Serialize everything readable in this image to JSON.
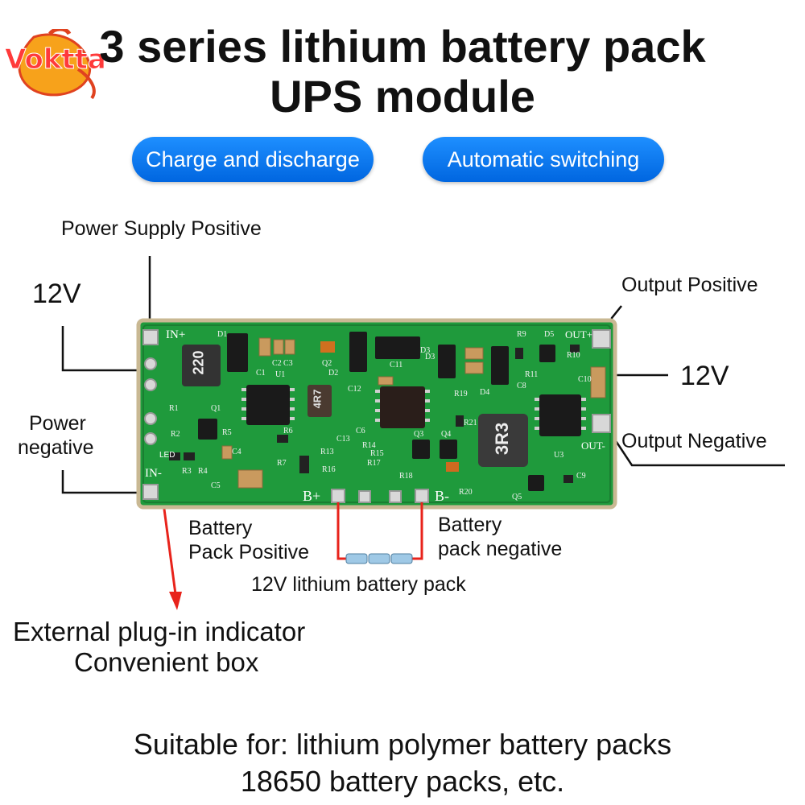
{
  "logo": {
    "brand": "Voktta",
    "color": "#ff3a3a"
  },
  "header": {
    "title_line1": "3 series lithium battery pack",
    "title_line2": "UPS module"
  },
  "features": [
    {
      "label": "Charge and discharge"
    },
    {
      "label": "Automatic switching"
    }
  ],
  "callouts": {
    "power_supply_positive": "Power Supply Positive",
    "input_voltage": "12V",
    "power_negative_line1": "Power",
    "power_negative_line2": "negative",
    "output_positive": "Output Positive",
    "output_voltage": "12V",
    "output_negative": "Output Negative",
    "battery_positive_line1": "Battery",
    "battery_positive_line2": "Pack Positive",
    "battery_negative_line1": "Battery",
    "battery_negative_line2": "pack negative",
    "battery_pack": "12V lithium battery pack",
    "indicator_line1": "External plug-in indicator",
    "indicator_line2": "Convenient box"
  },
  "board": {
    "pcb_color": "#1f9a3c",
    "inductor_left_marking": "220",
    "inductor_right_marking": "3R3",
    "inductor_mid_marking": "4R7",
    "silkscreen": {
      "in_plus": "IN+",
      "in_minus": "IN-",
      "out_plus": "OUT+",
      "out_minus": "OUT-",
      "b_plus": "B+",
      "b_minus": "B-",
      "led": "LED",
      "refs": [
        "D1",
        "C1",
        "C2",
        "C3",
        "U1",
        "Q1",
        "R1",
        "R2",
        "R3",
        "R4",
        "R5",
        "R6",
        "R7",
        "C4",
        "C5",
        "D2",
        "Q2",
        "C12",
        "C11",
        "D3",
        "C13",
        "R13",
        "R14",
        "R15",
        "R16",
        "R17",
        "R18",
        "R19",
        "R20",
        "R21",
        "Q3",
        "Q4",
        "D4",
        "R9",
        "D5",
        "R10",
        "R11",
        "C8",
        "C10",
        "U3",
        "C9",
        "Q5",
        "C6",
        "D3"
      ]
    }
  },
  "footer": {
    "line1": "Suitable for: lithium polymer battery packs",
    "line2": "18650 battery packs, etc."
  }
}
